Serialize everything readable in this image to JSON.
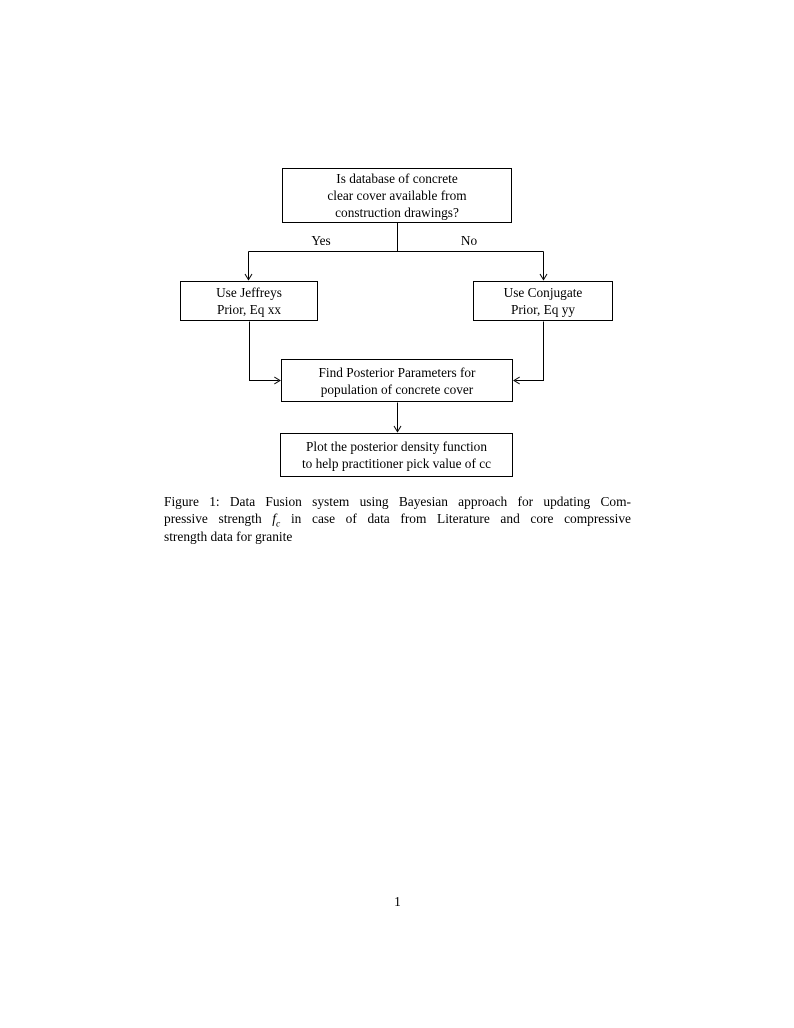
{
  "page": {
    "background": "#ffffff",
    "ink": "#000000",
    "page_number": "1"
  },
  "flowchart": {
    "nodes": {
      "question": {
        "lines": [
          "Is database of concrete",
          "clear cover available from",
          "construction drawings?"
        ]
      },
      "jeffreys": {
        "lines": [
          "Use Jeffreys",
          "Prior, Eq xx"
        ]
      },
      "conjugate": {
        "lines": [
          "Use Conjugate",
          "Prior, Eq yy"
        ]
      },
      "posterior": {
        "lines": [
          "Find Posterior Parameters for",
          "population of concrete cover"
        ]
      },
      "plot": {
        "lines": [
          "Plot the posterior density function",
          "to help practitioner pick value of cc"
        ]
      }
    },
    "edge_labels": {
      "yes": "Yes",
      "no": "No"
    }
  },
  "caption": {
    "line1": "Figure 1: Data Fusion system using Bayesian approach for updating Com-",
    "line2": {
      "before": "pressive strength",
      "math_base": "f",
      "math_sub": "c",
      "after": "in case of data from Literature and core compressive"
    },
    "line3": "strength data for granite"
  }
}
